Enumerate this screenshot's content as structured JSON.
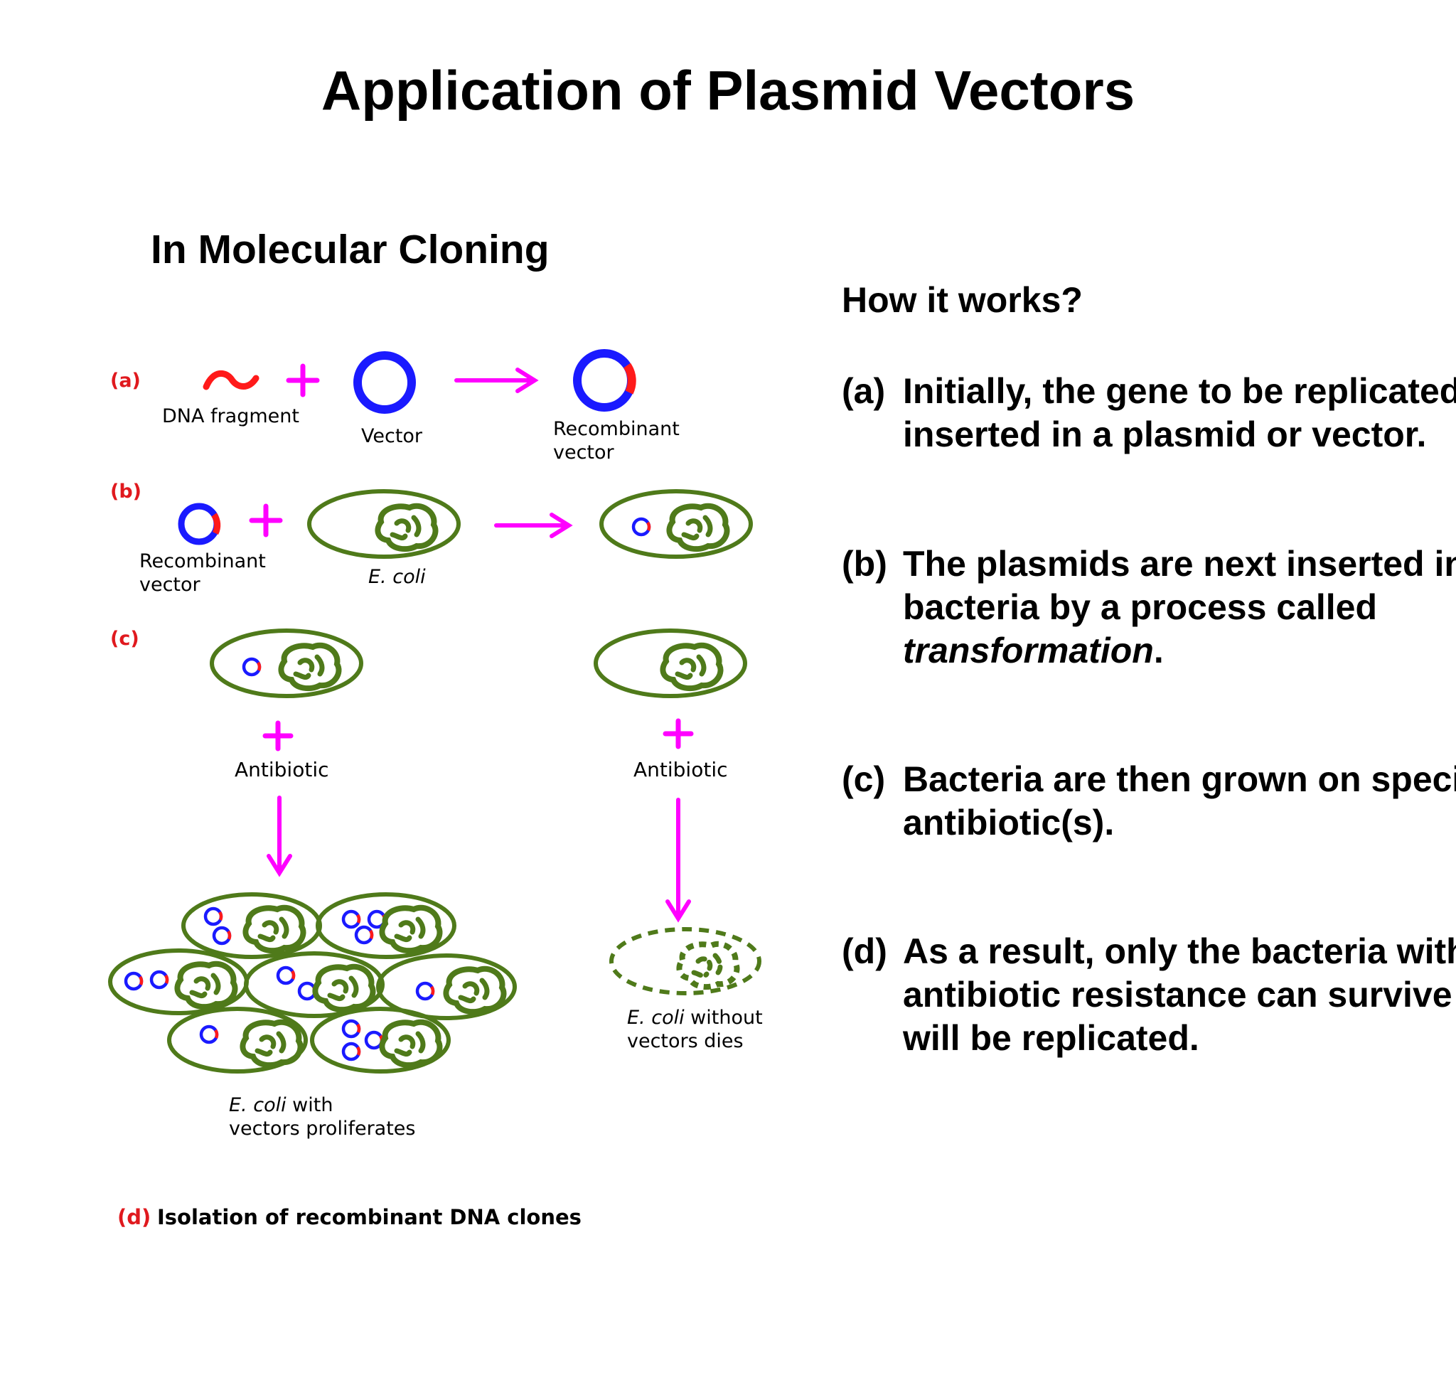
{
  "title": "Application of Plasmid Vectors",
  "subtitle": "In Molecular Cloning",
  "how_heading": "How it works?",
  "steps": [
    {
      "letter": "(a)",
      "text": "Initially, the gene to be replicated is inserted in a plasmid or vector.",
      "emphasis": ""
    },
    {
      "letter": "(b)",
      "text": "The plasmids are next inserted into bacteria by a process called ",
      "emphasis": "transformation",
      "suffix": "."
    },
    {
      "letter": "(c)",
      "text": "Bacteria are then grown on specific antibiotic(s).",
      "emphasis": ""
    },
    {
      "letter": "(d)",
      "text": "As a result, only the bacteria with antibiotic resistance can survive and will be replicated.",
      "emphasis": ""
    }
  ],
  "diagram": {
    "row_labels": [
      "(a)",
      "(b)",
      "(c)",
      "(d)"
    ],
    "dna_fragment": "DNA fragment",
    "vector": "Vector",
    "recombinant_line1": "Recombinant",
    "recombinant_line2": "vector",
    "ecoli": "E. coli",
    "antibiotic": "Antibiotic",
    "with_italic": "E. coli",
    "with_rest": " with",
    "with_line2": "vectors proliferates",
    "without_italic": "E. coli",
    "without_rest": " without",
    "without_line2": "vectors dies",
    "caption": "Isolation of recombinant DNA clones",
    "colors": {
      "label_red": "#e0191e",
      "plus": "#ff00ff",
      "plasmid": "#1a1aff",
      "insert": "#ff1a1a",
      "cell": "#4f7a1a"
    }
  }
}
